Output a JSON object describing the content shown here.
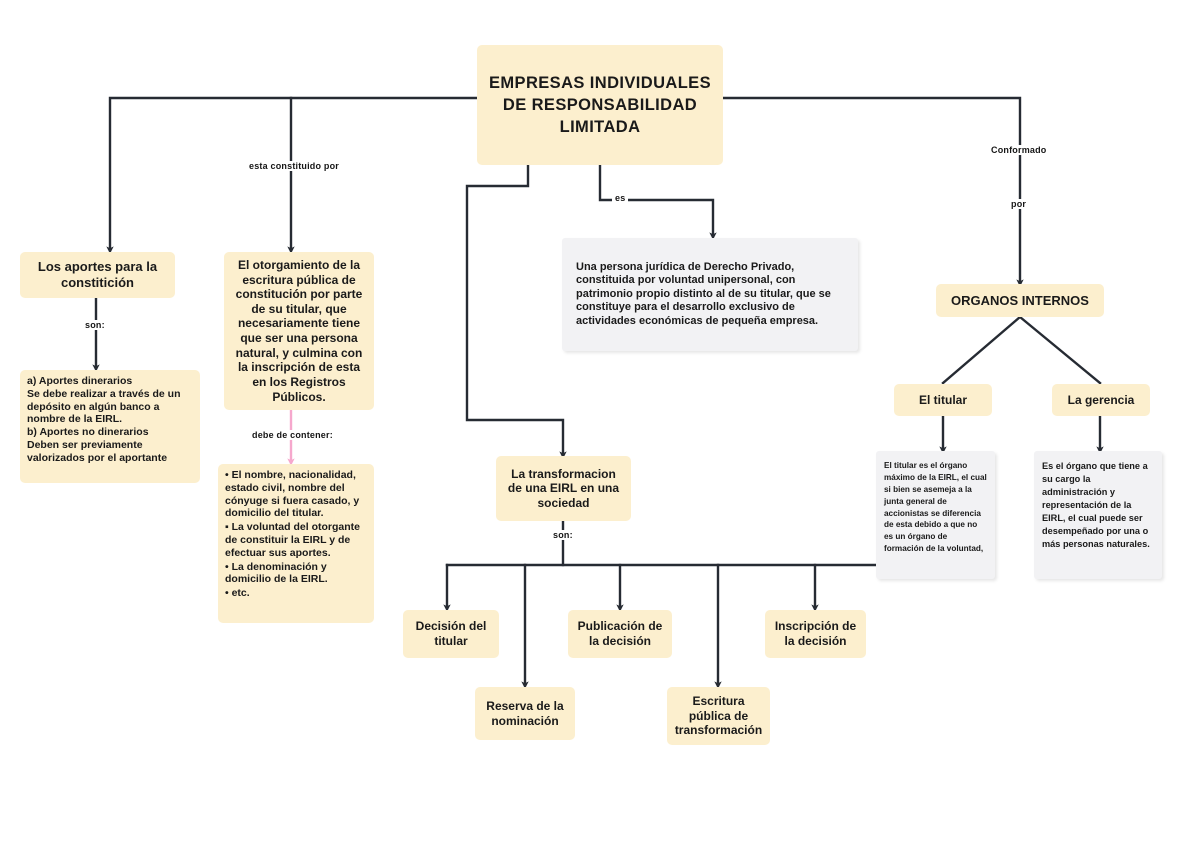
{
  "diagram": {
    "title": "EMPRESAS INDIVIDUALES DE RESPONSABILIDAD LIMITADA",
    "colors": {
      "node_fill": "#fcefce",
      "gray_fill": "#f2f2f4",
      "connector": "#262b33",
      "pink_connector": "#f6a8cd",
      "text": "#1a1a1a",
      "background": "#ffffff"
    }
  },
  "root": {
    "label": "EMPRESAS INDIVIDUALES DE RESPONSABILIDAD LIMITADA"
  },
  "connector_labels": {
    "esta_constituido_por": "esta constituido por",
    "es": "es",
    "conformado": "Conformado",
    "por": "por",
    "son_aportes": "son:",
    "debe_de_contener": "debe de contener:",
    "son_transformacion": "son:"
  },
  "nodes": {
    "aportes": {
      "label": "Los aportes para la constitición"
    },
    "aportes_detalle": {
      "heading_a": "a) Aportes dinerarios",
      "text_a": "Se debe realizar a través de un depósito en algún banco a nombre de la EIRL.",
      "heading_b": "b) Aportes no dinerarios",
      "text_b": "Deben ser previamente valorizados por el aportante"
    },
    "otorgamiento": {
      "label": "El otorgamiento de la escritura pública de constitución por parte de su titular, que necesariamente tiene que ser una persona natural, y culmina con la inscripción de esta en los Registros Públicos."
    },
    "contenido": {
      "item1": "• El nombre, nacionalidad, estado civil, nombre del cónyuge si fuera casado, y domicilio del titular.",
      "item2": "▪ La voluntad del otorgante de constituir la EIRL y de efectuar sus aportes.",
      "item3": "• La denominación y domicilio de la EIRL.",
      "item4": "• etc."
    },
    "definicion": {
      "text": "Una persona jurídica de Derecho Privado, constituida por voluntad unipersonal, con patrimonio propio distinto al de su titular, que se constituye para el desarrollo exclusivo de actividades económicas de pequeña empresa."
    },
    "organos_internos": {
      "label": "ORGANOS INTERNOS"
    },
    "titular": {
      "label": "El titular"
    },
    "gerencia": {
      "label": "La gerencia"
    },
    "titular_detalle": {
      "text": "El titular es el órgano máximo de la EIRL, el cual si bien se asemeja a la junta general de accionistas se diferencia de esta debido a que no es un órgano de formación de la voluntad,"
    },
    "gerencia_detalle": {
      "text": "Es el órgano que tiene a su cargo la administración y representación de la EIRL, el cual puede ser desempeñado por una o más personas naturales."
    },
    "transformacion": {
      "label": "La transformacion de una EIRL en una sociedad"
    },
    "pasos": [
      {
        "label": "Decisión del titular"
      },
      {
        "label": "Reserva de la nominación"
      },
      {
        "label": "Publicación de la decisión"
      },
      {
        "label": "Escritura pública de transformación"
      },
      {
        "label": "Inscripción de la decisión"
      }
    ]
  }
}
